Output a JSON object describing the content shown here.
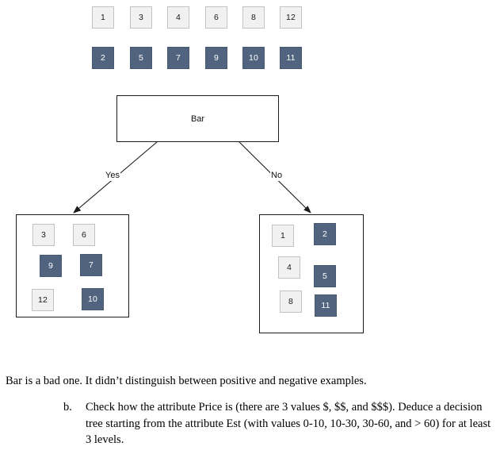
{
  "colors": {
    "positive_chip_bg": "#f1f1f1",
    "positive_chip_border": "#c2c2c2",
    "negative_chip_bg": "#50637f",
    "negative_chip_border": "#47586f",
    "node_border": "#1b1b1b",
    "page_bg": "#ffffff",
    "text": "#000000"
  },
  "dataset": {
    "positive_row_label": "positive-examples-row",
    "negative_row_label": "negative-examples-row",
    "positive_examples": [
      "1",
      "3",
      "4",
      "6",
      "8",
      "12"
    ],
    "negative_examples": [
      "2",
      "5",
      "7",
      "9",
      "10",
      "11"
    ]
  },
  "tree": {
    "root": {
      "label": "Bar"
    },
    "edges": [
      {
        "label": "Yes",
        "target": "left-leaf"
      },
      {
        "label": "No",
        "target": "right-leaf"
      }
    ],
    "left_leaf": {
      "examples": [
        {
          "value": "3",
          "kind": "positive"
        },
        {
          "value": "6",
          "kind": "positive"
        },
        {
          "value": "9",
          "kind": "negative"
        },
        {
          "value": "7",
          "kind": "negative"
        },
        {
          "value": "12",
          "kind": "positive"
        },
        {
          "value": "10",
          "kind": "negative"
        }
      ]
    },
    "right_leaf": {
      "examples": [
        {
          "value": "1",
          "kind": "positive"
        },
        {
          "value": "2",
          "kind": "negative"
        },
        {
          "value": "4",
          "kind": "positive"
        },
        {
          "value": "5",
          "kind": "negative"
        },
        {
          "value": "8",
          "kind": "positive"
        },
        {
          "value": "11",
          "kind": "negative"
        }
      ]
    }
  },
  "prose": {
    "conclusion": "Bar is a bad one. It didn’t distinguish between positive and negative examples.",
    "question": {
      "marker": "b.",
      "text": "Check how the attribute Price is (there are 3 values $, $$, and $$$). Deduce a decision tree starting from the attribute Est (with values 0-10, 10-30, 30-60, and > 60) for at least 3 levels."
    }
  }
}
